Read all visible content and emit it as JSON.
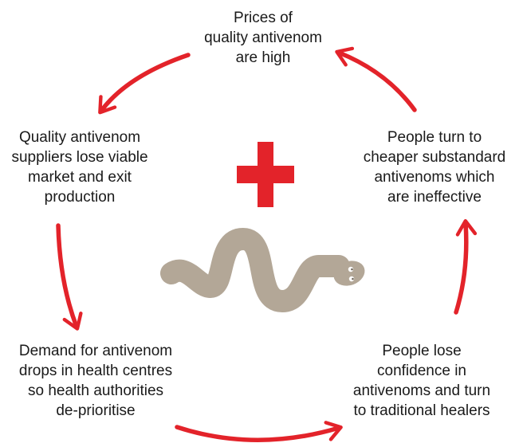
{
  "cycle": {
    "nodes": [
      {
        "id": "top",
        "lines": [
          "Prices of",
          "quality antivenom",
          "are high"
        ]
      },
      {
        "id": "left",
        "lines": [
          "Quality antivenom",
          "suppliers lose viable",
          "market and exit",
          "production"
        ]
      },
      {
        "id": "bottom-left",
        "lines": [
          "Demand for antivenom",
          "drops in health centres",
          "so health authorities",
          "de-prioritise"
        ]
      },
      {
        "id": "bottom-right",
        "lines": [
          "People lose",
          "confidence in",
          "antivenoms and turn",
          "to traditional healers"
        ]
      },
      {
        "id": "right",
        "lines": [
          "People turn to",
          "cheaper substandard",
          "antivenoms which",
          "are ineffective"
        ]
      }
    ]
  },
  "icons": {
    "cross": "red-cross-icon",
    "snake": "snake-icon"
  },
  "colors": {
    "arrow": "#e3232a",
    "cross": "#e3232a",
    "snake": "#b3a797",
    "text": "#1a1a1a"
  }
}
